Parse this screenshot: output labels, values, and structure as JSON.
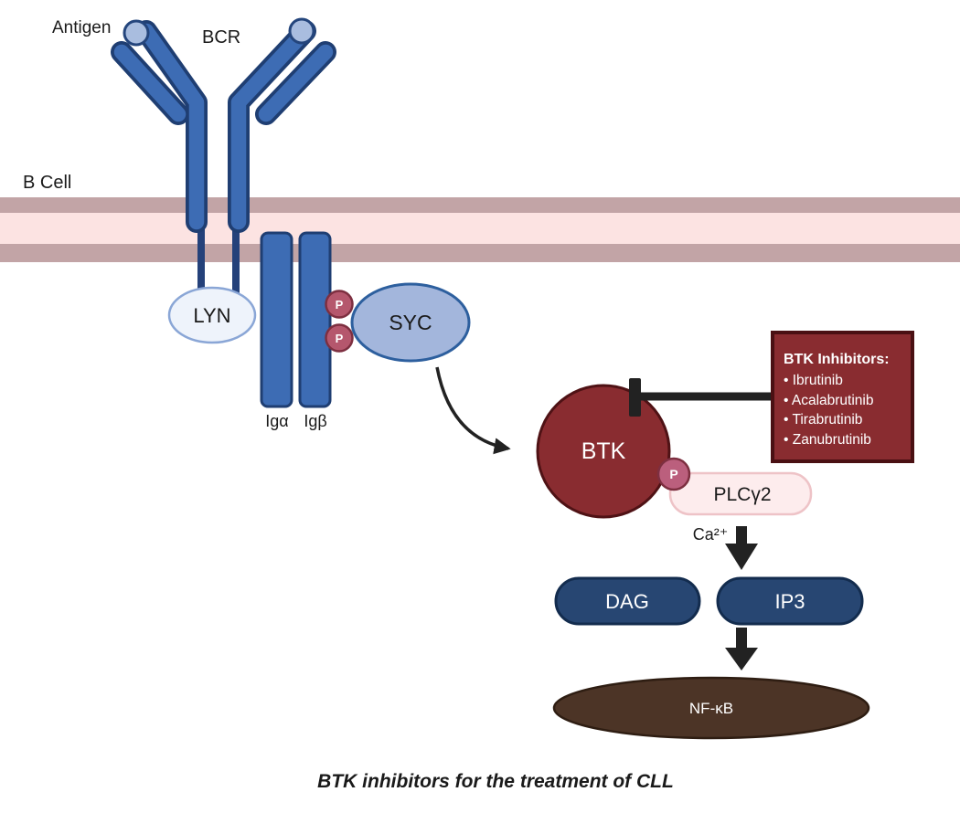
{
  "title_caption": "BTK inhibitors for the treatment of CLL",
  "labels": {
    "antigen": "Antigen",
    "bcr": "BCR",
    "b_cell": "B Cell",
    "lyn": "LYN",
    "ig_alpha": "Igα",
    "ig_beta": "Igβ",
    "phospho": "P",
    "syc": "SYC",
    "btk": "BTK",
    "plcg2": "PLCγ2",
    "calcium": "Ca²⁺",
    "dag": "DAG",
    "ip3": "IP3",
    "nfkb": "NF-κB"
  },
  "inhibitors_box": {
    "title": "BTK Inhibitors:",
    "items": [
      "• Ibrutinib",
      "• Acalabrutinib",
      "• Tirabrutinib",
      "• Zanubrutinib"
    ]
  },
  "colors": {
    "antibody_blue": "#3d6cb4",
    "antibody_outline": "#1f3e72",
    "antigen_fill": "#a9bddf",
    "membrane_dark": "#c2a4a6",
    "membrane_light": "#fce3e2",
    "lyn_fill": "#eef3fb",
    "lyn_border": "#8aa6d6",
    "phospho_fill": "#b5576d",
    "phospho_border": "#7d2f40",
    "syc_fill": "#a3b6dc",
    "syc_border": "#2d5f9e",
    "maroon": "#892c30",
    "maroon_dark": "#4f1215",
    "plc_fill": "#fdeced",
    "plc_border": "#eec3c7",
    "pill_navy": "#274672",
    "pill_navy_border": "#132c4e",
    "nfkb_brown": "#4c3426",
    "arrow_black": "#222222"
  }
}
